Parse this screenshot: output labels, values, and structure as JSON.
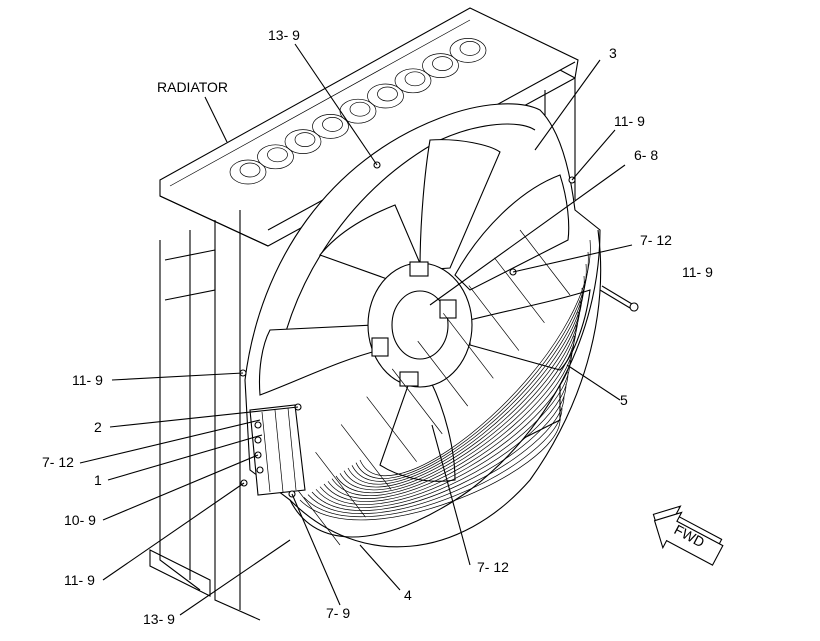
{
  "callouts": {
    "radiator": "RADIATOR",
    "c_13_9_top": "13- 9",
    "c_3": "3",
    "c_11_9_right_top": "11- 9",
    "c_6_8": "6- 8",
    "c_7_12_right": "7- 12",
    "c_11_9_right": "11- 9",
    "c_5": "5",
    "c_11_9_left": "11- 9",
    "c_2": "2",
    "c_7_12_left": "7- 12",
    "c_1": "1",
    "c_10_9": "10- 9",
    "c_11_9_bottom": "11- 9",
    "c_13_9_bottom": "13- 9",
    "c_7_9": "7- 9",
    "c_4": "4",
    "c_7_12_bottom": "7- 12"
  },
  "direction_marker": {
    "label": "FWD"
  }
}
